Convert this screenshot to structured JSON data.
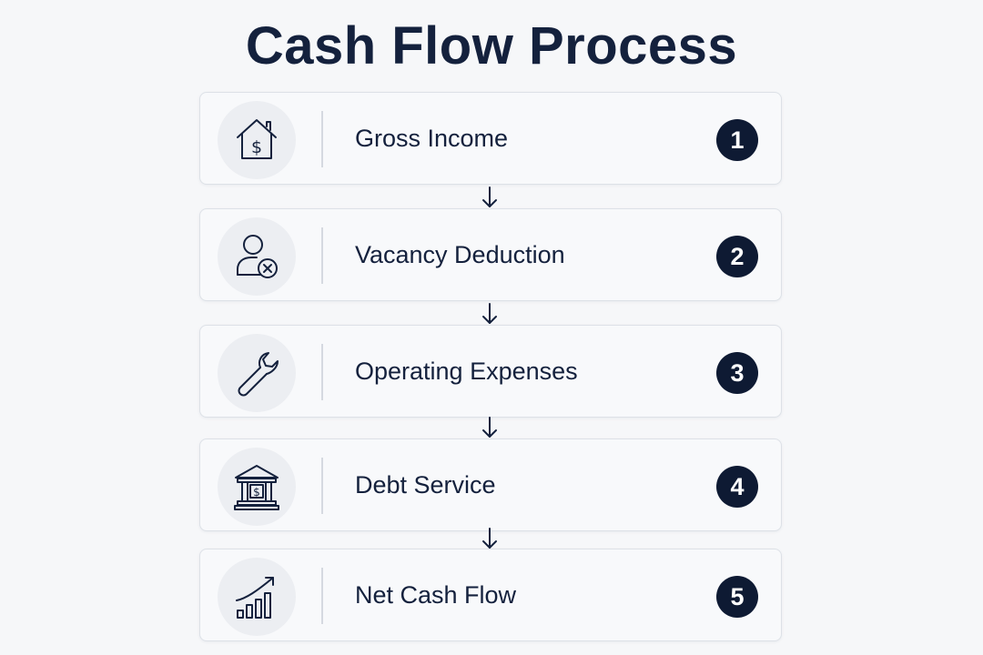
{
  "title": "Cash Flow Process",
  "steps": [
    {
      "number": "1",
      "label": "Gross Income",
      "icon": "house-dollar-icon"
    },
    {
      "number": "2",
      "label": "Vacancy Deduction",
      "icon": "user-remove-icon"
    },
    {
      "number": "3",
      "label": "Operating Expenses",
      "icon": "wrench-icon"
    },
    {
      "number": "4",
      "label": "Debt Service",
      "icon": "bank-icon"
    },
    {
      "number": "5",
      "label": "Net Cash Flow",
      "icon": "growth-chart-icon"
    }
  ],
  "colors": {
    "text": "#14213d",
    "badge": "#0e1a33",
    "card_bg": "#f8f9fb",
    "card_border": "#dde1e7",
    "icon_bg": "#eceef2"
  }
}
